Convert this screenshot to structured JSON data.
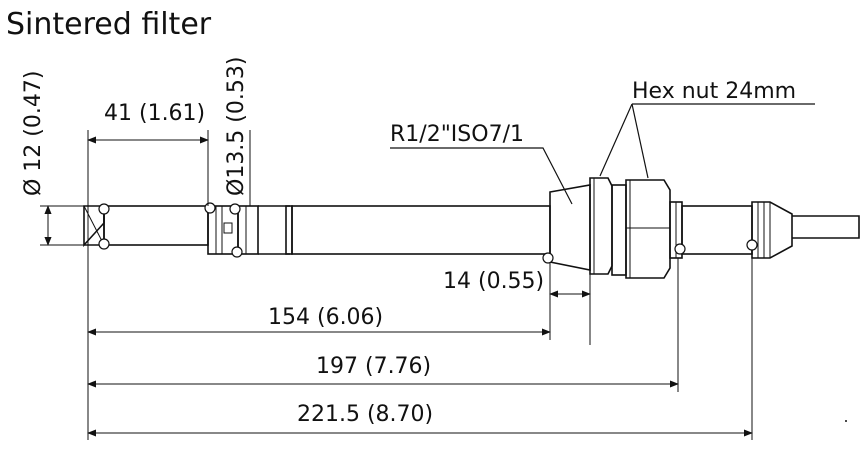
{
  "title": "Sintered filter",
  "labels": {
    "thread": "R1/2\"ISO7/1",
    "hex_nut": "Hex nut 24mm"
  },
  "dimensions": {
    "dia_12": "Ø 12 (0.47)",
    "dia_13_5": "Ø13.5 (0.53)",
    "len_41": "41 (1.61)",
    "len_14": "14 (0.55)",
    "len_154": "154 (6.06)",
    "len_197": "197 (7.76)",
    "len_221_5": "221.5 (8.70)"
  },
  "colors": {
    "line": "#111111",
    "background": "#ffffff"
  }
}
